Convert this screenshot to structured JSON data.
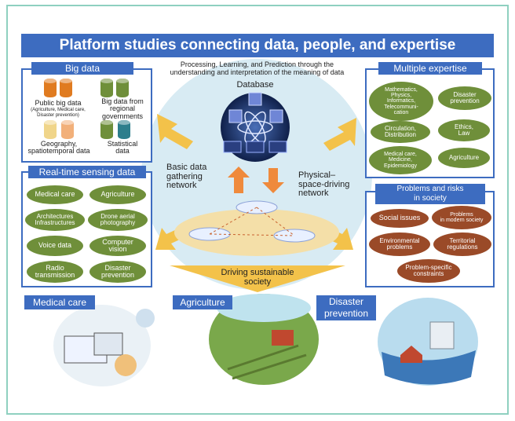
{
  "title": "Platform studies connecting data, people, and expertise",
  "center": {
    "processing_line1": "Processing, Learning, and Prediction through the",
    "processing_line2": "understanding and interpretation of the meaning of data",
    "database": "Database",
    "basic_line1": "Basic data",
    "basic_line2": "gathering",
    "basic_line3": "network",
    "physical_line1": "Physical–",
    "physical_line2": "space-driving",
    "physical_line3": "network",
    "driving_line1": "Driving sustainable",
    "driving_line2": "society"
  },
  "big_data": {
    "title": "Big data",
    "public_line1": "Public big data",
    "public_sub1": "(Agriculture, Medical care,",
    "public_sub2": "Disaster prevention)",
    "regional_line1": "Big data from",
    "regional_line2": "regional",
    "regional_line3": "governments",
    "geo_line1": "Geography,",
    "geo_line2": "spatiotemporal data",
    "stat_line1": "Statistical",
    "stat_line2": "data",
    "colors": {
      "orange": "#e07b20",
      "green": "#6f8f3a",
      "yellow": "#f0d58a",
      "peach": "#f2b07a",
      "teal": "#2d7e8c"
    }
  },
  "sensing": {
    "title": "Real-time sensing data",
    "items": [
      [
        "Medical care"
      ],
      [
        "Agriculture"
      ],
      [
        "Architectures",
        "Infrastructures"
      ],
      [
        "Drone aerial",
        "photography"
      ],
      [
        "Voice data"
      ],
      [
        "Computer",
        "vision"
      ],
      [
        "Radio",
        "transmission"
      ],
      [
        "Disaster",
        "prevention"
      ]
    ]
  },
  "expertise": {
    "title": "Multiple expertise",
    "items": [
      [
        "Mathematics,",
        "Physics,",
        "Informatics,",
        "Telecommuni-",
        "cation"
      ],
      [
        "Disaster",
        "prevention"
      ],
      [
        "Circulation,",
        "Distribution"
      ],
      [
        "Ethics,",
        "Law"
      ],
      [
        "Medical care,",
        "Medicine,",
        "Epidemiology"
      ],
      [
        "Agriculture"
      ]
    ]
  },
  "problems": {
    "title_line1": "Problems and risks",
    "title_line2": "in society",
    "items": [
      [
        "Social issues"
      ],
      [
        "Problems",
        "in modern society"
      ],
      [
        "Environmental",
        "problems"
      ],
      [
        "Territorial",
        "regulations"
      ],
      [
        "Problem-specific",
        "constraints"
      ]
    ]
  },
  "bottom": {
    "medical": "Medical care",
    "agriculture": "Agriculture",
    "disaster_line1": "Disaster",
    "disaster_line2": "prevention"
  },
  "colors": {
    "accent": "#3d6cc0",
    "pill_green": "#6f8f3a",
    "pill_brown": "#9a4a28",
    "arrow_yellow": "#f3c24a",
    "arrow_orange": "#ef8a3c",
    "circle": "#d8ebf3"
  }
}
